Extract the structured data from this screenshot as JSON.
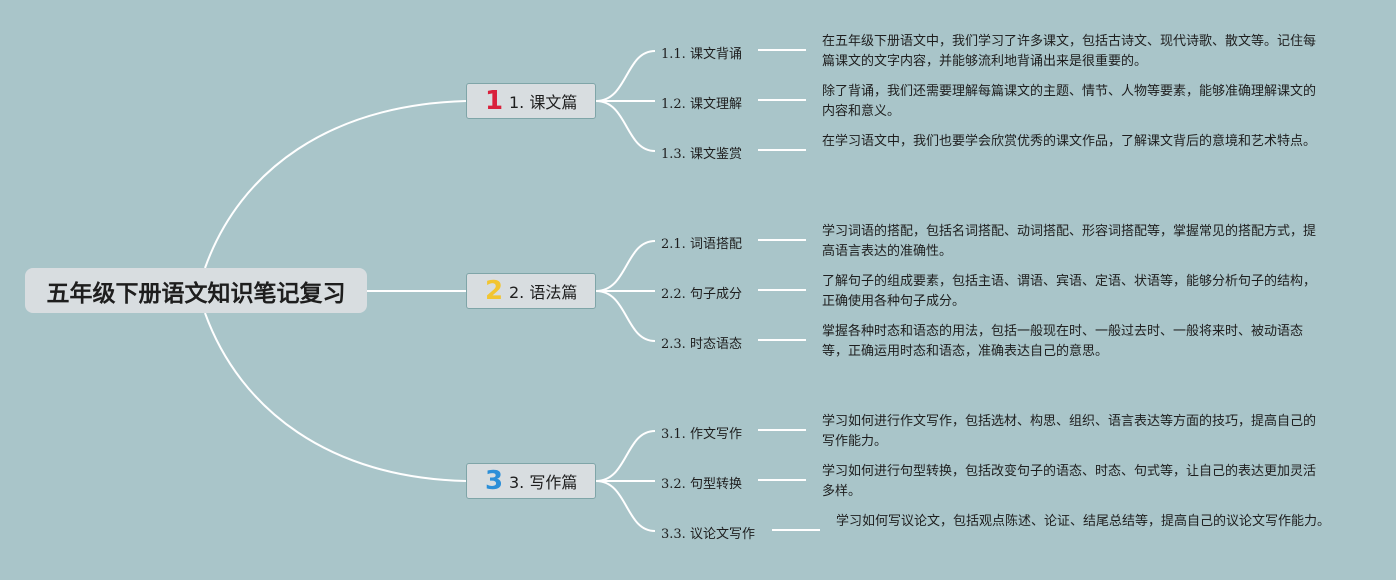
{
  "root": {
    "title": "五年级下册语文知识笔记复习"
  },
  "branches": [
    {
      "badge": "1",
      "badge_color": "#d9203b",
      "label": "1. 课文篇",
      "children": [
        {
          "label": "1.1. 课文背诵",
          "desc": "在五年级下册语文中，我们学习了许多课文，包括古诗文、现代诗歌、散文等。记住每篇课文的文字内容，并能够流利地背诵出来是很重要的。"
        },
        {
          "label": "1.2. 课文理解",
          "desc": "除了背诵，我们还需要理解每篇课文的主题、情节、人物等要素，能够准确理解课文的内容和意义。"
        },
        {
          "label": "1.3. 课文鉴赏",
          "desc": "在学习语文中，我们也要学会欣赏优秀的课文作品，了解课文背后的意境和艺术特点。"
        }
      ]
    },
    {
      "badge": "2",
      "badge_color": "#f2c531",
      "label": "2. 语法篇",
      "children": [
        {
          "label": "2.1. 词语搭配",
          "desc": "学习词语的搭配，包括名词搭配、动词搭配、形容词搭配等，掌握常见的搭配方式，提高语言表达的准确性。"
        },
        {
          "label": "2.2. 句子成分",
          "desc": "了解句子的组成要素，包括主语、谓语、宾语、定语、状语等，能够分析句子的结构，正确使用各种句子成分。"
        },
        {
          "label": "2.3. 时态语态",
          "desc": "掌握各种时态和语态的用法，包括一般现在时、一般过去时、一般将来时、被动语态等，正确运用时态和语态，准确表达自己的意思。"
        }
      ]
    },
    {
      "badge": "3",
      "badge_color": "#2c8fd8",
      "label": "3. 写作篇",
      "children": [
        {
          "label": "3.1. 作文写作",
          "desc": "学习如何进行作文写作，包括选材、构思、组织、语言表达等方面的技巧，提高自己的写作能力。"
        },
        {
          "label": "3.2. 句型转换",
          "desc": "学习如何进行句型转换，包括改变句子的语态、时态、句式等，让自己的表达更加灵活多样。"
        },
        {
          "label": "3.3. 议论文写作",
          "desc": "学习如何写议论文，包括观点陈述、论证、结尾总结等，提高自己的议论文写作能力。"
        }
      ]
    }
  ]
}
